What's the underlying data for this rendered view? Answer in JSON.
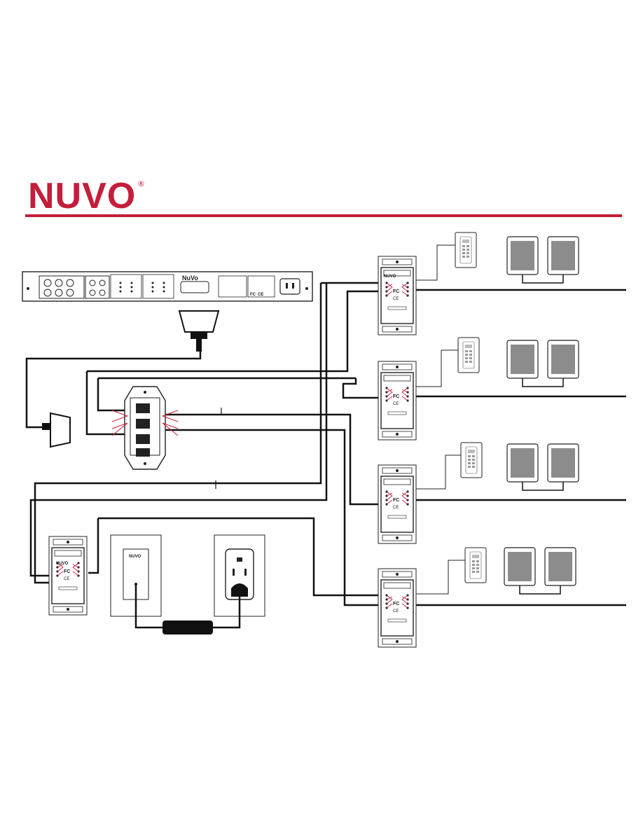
{
  "brand": {
    "logo_text": "NUVO",
    "registered_mark": "®",
    "accent_color": "#c41e3a"
  },
  "devices": {
    "main_unit_logo": "NuVo",
    "keypad_logo": "NUVO",
    "power_supply_logo": "NUVO",
    "fcc_mark": "FC",
    "ce_mark": "CE"
  },
  "icons": [
    "rack-amplifier-icon",
    "db25-connector-icon",
    "hub-icon",
    "keypad-icon",
    "speaker-icon",
    "outlet-icon",
    "power-supply-icon"
  ]
}
